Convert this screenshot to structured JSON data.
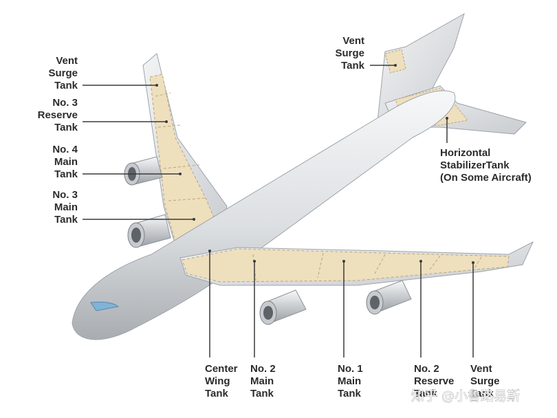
{
  "labels": {
    "vent_surge_left": [
      "Vent",
      "Surge",
      "Tank"
    ],
    "no3_reserve": [
      "No. 3",
      "Reserve",
      "Tank"
    ],
    "no4_main": [
      "No. 4",
      "Main",
      "Tank"
    ],
    "no3_main": [
      "No. 3",
      "Main",
      "Tank"
    ],
    "vent_surge_tail": [
      "Vent",
      "Surge",
      "Tank"
    ],
    "horizontal_stabilizer": [
      "Horizontal",
      "StabilizerTank",
      "(On Some Aircraft)"
    ],
    "center_wing": [
      "Center",
      "Wing",
      "Tank"
    ],
    "no2_main": [
      "No. 2",
      "Main",
      "Tank"
    ],
    "no1_main": [
      "No. 1",
      "Main",
      "Tank"
    ],
    "no2_reserve": [
      "No. 2",
      "Reserve",
      "Tank"
    ],
    "vent_surge_right": [
      "Vent",
      "Surge",
      "Tank"
    ]
  },
  "watermark": "知乎 @小鲁路易斯",
  "colors": {
    "fuselage": "#dcdfe2",
    "fuselage_highlight": "#f4f5f6",
    "fuselage_shadow": "#a9adb1",
    "tank_fill": "#eedfbd",
    "tank_outline": "#b9a47c",
    "cockpit_glass": "#7fb3d8",
    "leader": "#3a3a3a"
  }
}
